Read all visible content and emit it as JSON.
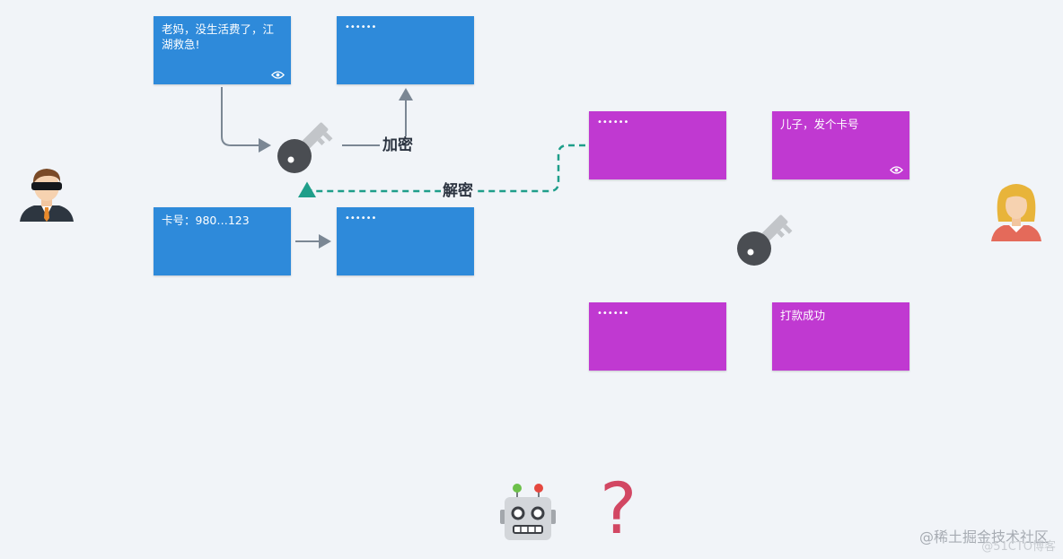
{
  "cards": {
    "blue_plain": "老妈，没生活费了，江湖救急!",
    "blue_cipher_top": "••••••",
    "blue_card_number": "卡号：980…123",
    "blue_cipher_bottom": "••••••",
    "purple_cipher_top": "••••••",
    "purple_plain_top": "儿子，发个卡号",
    "purple_cipher_bottom": "••••••",
    "purple_plain_bottom": "打款成功"
  },
  "labels": {
    "encrypt": "加密",
    "decrypt": "解密",
    "question": "?"
  },
  "watermark": {
    "main": "@稀土掘金技术社区",
    "secondary": "@51CTO博客"
  },
  "colors": {
    "blue_card": "#2e8ada",
    "purple_card": "#c039d1",
    "arrow": "#7b8794",
    "dashed_arrow": "#1f9e8a",
    "question": "#d24763"
  },
  "icons": [
    "eye-icon",
    "key-icon",
    "man-avatar-icon",
    "woman-avatar-icon",
    "robot-icon"
  ]
}
